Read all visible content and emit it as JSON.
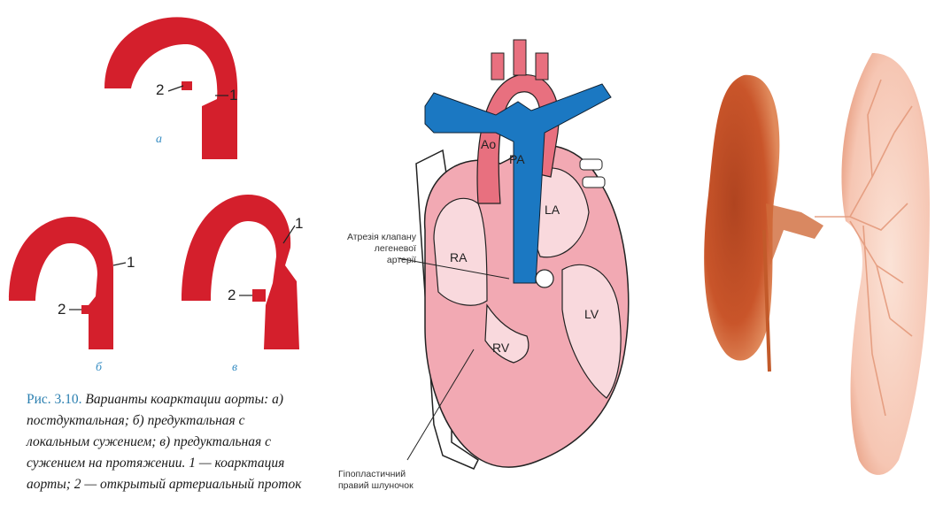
{
  "coarctation": {
    "sub_a": "а",
    "sub_b": "б",
    "sub_c": "в",
    "num_1": "1",
    "num_2": "2",
    "caption_fig": "Рис. 3.10.",
    "caption_text": "Варианты коарктации аорты: а) пост­дуктальная; б) предуктальная с локальным сужением; в) предуктальная с сужением на протяжении. 1 — коарктация аорты; 2 — открытый артериальный проток"
  },
  "heart": {
    "labels": {
      "ao": "Ao",
      "pa": "PA",
      "la": "LA",
      "ra": "RA",
      "lv": "LV",
      "rv": "RV"
    },
    "annot_atresia": "Атрезія клапану легеневої артерії",
    "annot_hypoplastic": "Гіпопластичний правий шлуночок"
  },
  "colors": {
    "aorta_red": "#d41f2c",
    "heart_pink": "#f2a9b3",
    "heart_light": "#f9d9dd",
    "vessel_blue": "#1b78c2",
    "kidney_orange": "#c9552a",
    "kidney_pale": "#f6c6b3"
  }
}
